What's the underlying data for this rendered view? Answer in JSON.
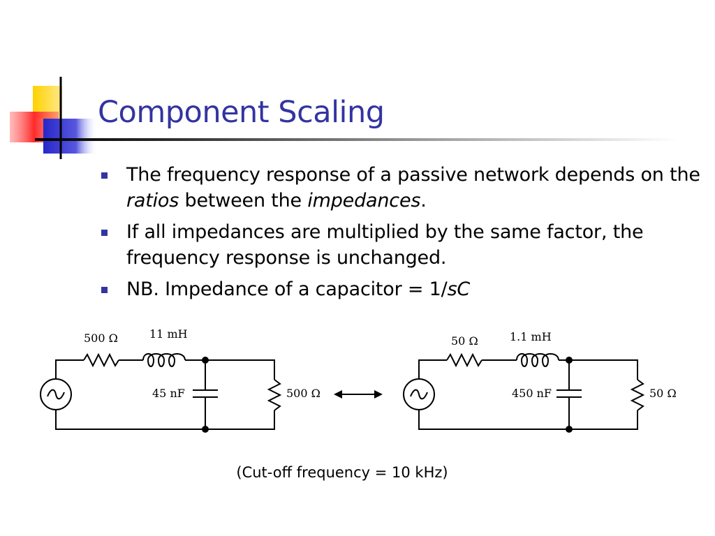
{
  "slide": {
    "title": "Component Scaling",
    "bullets": [
      {
        "parts": [
          {
            "text": "The frequency response of a passive network depends on the ",
            "italic": false
          },
          {
            "text": "ratios",
            "italic": true
          },
          {
            "text": " between the ",
            "italic": false
          },
          {
            "text": "impedances",
            "italic": true
          },
          {
            "text": ".",
            "italic": false
          }
        ]
      },
      {
        "parts": [
          {
            "text": "If all impedances are multiplied by the same factor, the frequency response is unchanged.",
            "italic": false
          }
        ]
      },
      {
        "parts": [
          {
            "text": "NB. Impedance of a capacitor = 1/",
            "italic": false
          },
          {
            "text": "sC",
            "italic": true
          }
        ]
      }
    ],
    "caption": "(Cut-off frequency = 10 kHz)"
  },
  "circuits": {
    "left": {
      "series_resistor": "500 Ω",
      "inductor": "11 mH",
      "capacitor": "45 nF",
      "load_resistor": "500 Ω"
    },
    "right": {
      "series_resistor": "50 Ω",
      "inductor": "1.1 mH",
      "capacitor": "450 nF",
      "load_resistor": "50 Ω"
    }
  },
  "colors": {
    "title": "#3334a0",
    "bullet_marker": "#3334a0",
    "deco_yellow": "#ffd700",
    "deco_red": "#ff4040",
    "deco_blue": "#3b3bd6"
  }
}
